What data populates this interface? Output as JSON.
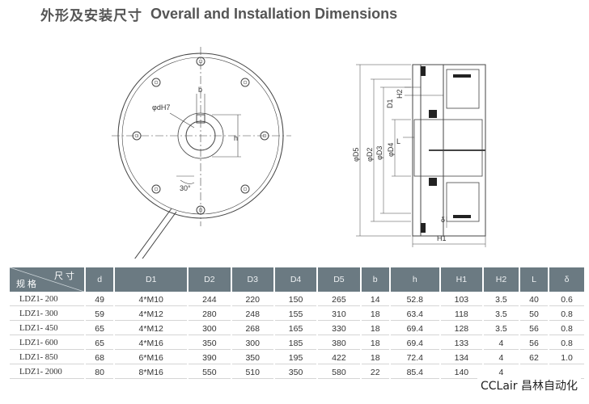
{
  "title": {
    "chinese": "外形及安装尺寸",
    "english": "Overall and Installation Dimensions"
  },
  "drawing_labels": {
    "bore": "φdH7",
    "angle": "30°",
    "h": "h",
    "d5": "φD5",
    "d2": "φD2",
    "d3": "φD3",
    "d4": "φD4",
    "d1": "D1",
    "h2": "H2",
    "l": "L",
    "delta": "δ",
    "h1": "H1",
    "b": "b"
  },
  "table": {
    "corner_top": "尺 寸",
    "corner_bottom": "规 格",
    "columns": [
      "d",
      "D1",
      "D2",
      "D3",
      "D4",
      "D5",
      "b",
      "h",
      "H1",
      "H2",
      "L",
      "δ"
    ],
    "rows": [
      {
        "model": "LDZ1- 200",
        "values": [
          "49",
          "4*M10",
          "244",
          "220",
          "150",
          "265",
          "14",
          "52.8",
          "103",
          "3.5",
          "40",
          "0.6"
        ]
      },
      {
        "model": "LDZ1- 300",
        "values": [
          "59",
          "4*M12",
          "280",
          "248",
          "155",
          "310",
          "18",
          "63.4",
          "118",
          "3.5",
          "50",
          "0.8"
        ]
      },
      {
        "model": "LDZ1- 450",
        "values": [
          "65",
          "4*M12",
          "300",
          "268",
          "165",
          "330",
          "18",
          "69.4",
          "128",
          "3.5",
          "56",
          "0.8"
        ]
      },
      {
        "model": "LDZ1- 600",
        "values": [
          "65",
          "4*M16",
          "350",
          "300",
          "185",
          "380",
          "18",
          "69.4",
          "133",
          "4",
          "56",
          "0.8"
        ]
      },
      {
        "model": "LDZ1- 850",
        "values": [
          "68",
          "6*M16",
          "390",
          "350",
          "195",
          "422",
          "18",
          "72.4",
          "134",
          "4",
          "62",
          "1.0"
        ]
      },
      {
        "model": "LDZ1- 2000",
        "values": [
          "80",
          "8*M16",
          "550",
          "510",
          "350",
          "580",
          "22",
          "85.4",
          "140",
          "4",
          "",
          ""
        ]
      }
    ]
  },
  "watermark": "CCLair 昌林自动化",
  "colors": {
    "header_bg": "#6b7a82",
    "line": "#444444",
    "hatch": "#222222"
  }
}
